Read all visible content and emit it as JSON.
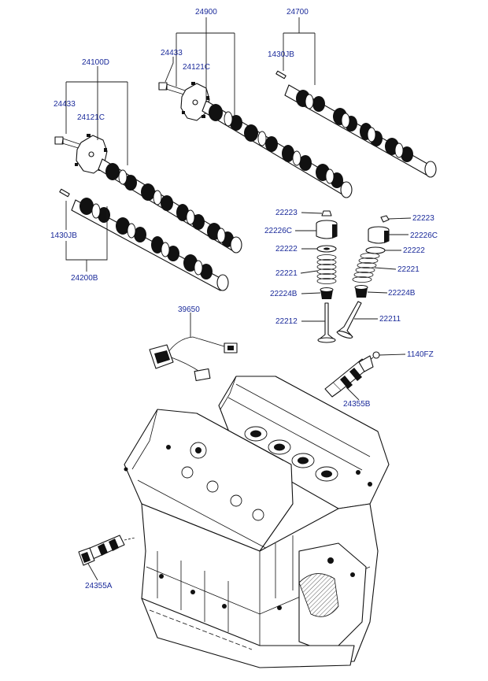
{
  "diagram": {
    "title": "",
    "colors": {
      "label": "#1a2a9a",
      "line": "#111111",
      "background": "#ffffff"
    },
    "labels": {
      "p24900": "24900",
      "p24700": "24700",
      "p24433_top": "24433",
      "p24121C_top": "24121C",
      "p1430JB_top": "1430JB",
      "p24100D": "24100D",
      "p24433_left": "24433",
      "p24121C_left": "24121C",
      "p1430JB_left": "1430JB",
      "p24200B": "24200B",
      "p22223_left": "22223",
      "p22226C_left": "22226C",
      "p22222_left": "22222",
      "p22221_left": "22221",
      "p22224B_left": "22224B",
      "p22212": "22212",
      "p22223_right": "22223",
      "p22226C_right": "22226C",
      "p22222_right": "22222",
      "p22221_right": "22221",
      "p22224B_right": "22224B",
      "p22211": "22211",
      "p39650": "39650",
      "p1140FZ": "1140FZ",
      "p24355B": "24355B",
      "p24355A": "24355A"
    }
  }
}
